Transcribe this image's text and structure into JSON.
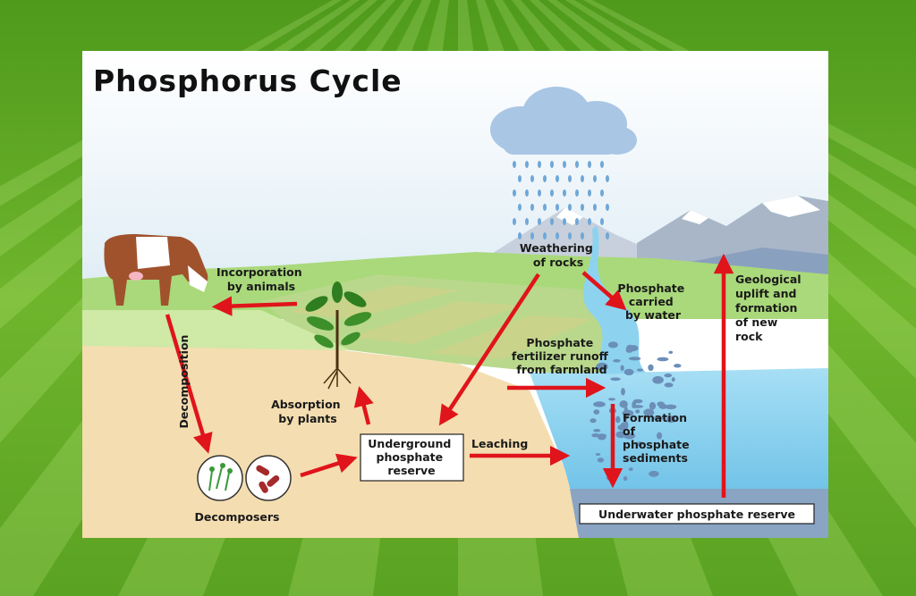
{
  "title": "Phosphorus Cycle",
  "labels": {
    "weathering": [
      "Weathering",
      "of rocks"
    ],
    "incorporation": [
      "Incorporation",
      "by animals"
    ],
    "phosphate_carried": [
      "Phosphate",
      "carried",
      "by water"
    ],
    "geological_uplift": [
      "Geological",
      "uplift and",
      "formation",
      "of new",
      "rock"
    ],
    "fertilizer_runoff": [
      "Phosphate",
      "fertilizer runoff",
      "from farmland"
    ],
    "absorption": [
      "Absorption",
      "by plants"
    ],
    "decomposition": "Decomposition",
    "underground_reserve": [
      "Underground",
      "phosphate",
      "reserve"
    ],
    "leaching": "Leaching",
    "formation_sediments": [
      "Formation",
      "of",
      "phosphate",
      "sediments"
    ],
    "decomposers": "Decomposers",
    "underwater_reserve": "Underwater phosphate reserve"
  },
  "colors": {
    "arrow": "#e0141b",
    "soil": "#f4ddb0",
    "grass": "#a9d97a",
    "water": "#7fcdee",
    "mountain": "#b9c4d4",
    "cloud": "#a9c6e4"
  }
}
